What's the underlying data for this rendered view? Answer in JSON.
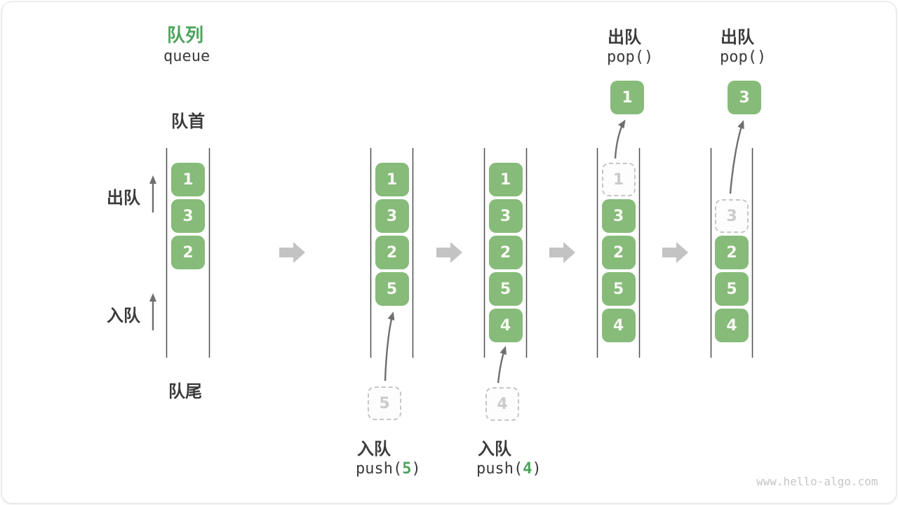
{
  "title": {
    "zh": "队列",
    "en": "queue"
  },
  "side_labels": {
    "front": "队首",
    "rear": "队尾",
    "dequeue_direction": "出队",
    "enqueue_direction": "入队"
  },
  "states": [
    {
      "items": [
        {
          "value": "1",
          "slot": 0,
          "style": "solid"
        },
        {
          "value": "3",
          "slot": 1,
          "style": "solid"
        },
        {
          "value": "2",
          "slot": 2,
          "style": "solid"
        }
      ]
    },
    {
      "items": [
        {
          "value": "1",
          "slot": 0,
          "style": "solid"
        },
        {
          "value": "3",
          "slot": 1,
          "style": "solid"
        },
        {
          "value": "2",
          "slot": 2,
          "style": "solid"
        },
        {
          "value": "5",
          "slot": 3,
          "style": "solid"
        }
      ],
      "pending": {
        "value": "5"
      }
    },
    {
      "items": [
        {
          "value": "1",
          "slot": 0,
          "style": "solid"
        },
        {
          "value": "3",
          "slot": 1,
          "style": "solid"
        },
        {
          "value": "2",
          "slot": 2,
          "style": "solid"
        },
        {
          "value": "5",
          "slot": 3,
          "style": "solid"
        },
        {
          "value": "4",
          "slot": 4,
          "style": "solid"
        }
      ],
      "pending": {
        "value": "4"
      }
    },
    {
      "items": [
        {
          "value": "1",
          "slot": 0,
          "style": "ghost"
        },
        {
          "value": "3",
          "slot": 1,
          "style": "solid"
        },
        {
          "value": "2",
          "slot": 2,
          "style": "solid"
        },
        {
          "value": "5",
          "slot": 3,
          "style": "solid"
        },
        {
          "value": "4",
          "slot": 4,
          "style": "solid"
        }
      ],
      "popped": {
        "value": "1"
      }
    },
    {
      "items": [
        {
          "value": "3",
          "slot": 1,
          "style": "ghost"
        },
        {
          "value": "2",
          "slot": 2,
          "style": "solid"
        },
        {
          "value": "5",
          "slot": 3,
          "style": "solid"
        },
        {
          "value": "4",
          "slot": 4,
          "style": "solid"
        }
      ],
      "popped": {
        "value": "3"
      }
    }
  ],
  "operations": [
    {
      "zh": "入队",
      "code_prefix": "push(",
      "arg": "5",
      "code_suffix": ")"
    },
    {
      "zh": "入队",
      "code_prefix": "push(",
      "arg": "4",
      "code_suffix": ")"
    },
    {
      "zh": "出队",
      "code_prefix": "pop()",
      "arg": "",
      "code_suffix": ""
    },
    {
      "zh": "出队",
      "code_prefix": "pop()",
      "arg": "",
      "code_suffix": ""
    }
  ],
  "watermark": "www.hello-algo.com",
  "colors": {
    "box_green": "#86bb79",
    "box_text": "#f8f8f3",
    "accent_green": "#4ca35c",
    "dark_text": "#3b3b3b",
    "ghost_border": "#c6c6c6",
    "ghost_text": "#cacaca",
    "column_line": "#4d4d4d",
    "flow_arrow": "#c3c3c3",
    "thin_arrow": "#6f6f6f",
    "watermark_text": "#c6c6c6"
  }
}
